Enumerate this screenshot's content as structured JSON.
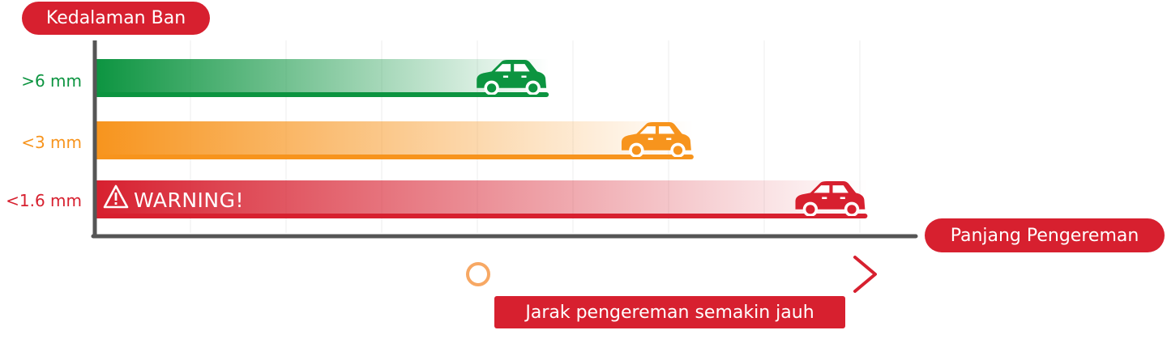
{
  "chart_data": {
    "type": "bar",
    "orientation": "horizontal",
    "ylabel": "Kedalaman Ban",
    "xlabel": "Panjang Pengereman",
    "categories": [
      ">6 mm",
      "<3 mm",
      "<1.6 mm"
    ],
    "values": [
      4.7,
      6.2,
      8.0
    ],
    "xlim": [
      0,
      8.5
    ],
    "grid": true,
    "colors": [
      "#0c9440",
      "#f7941d",
      "#d7202f"
    ],
    "annotations": {
      "warning_label": "WARNING!",
      "arrow_caption": "Jarak pengereman semakin jauh"
    }
  },
  "icons": {
    "bar_end": "car-icon",
    "warning": "warning-triangle-icon"
  }
}
